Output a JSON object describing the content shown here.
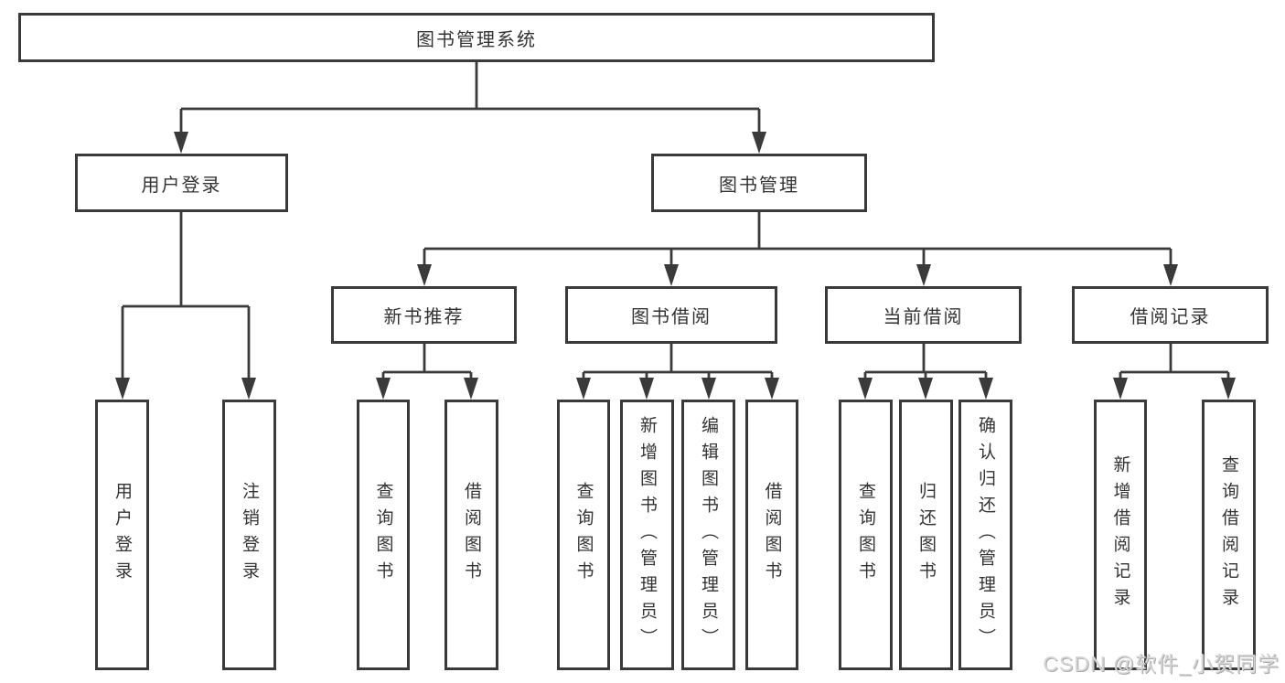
{
  "diagram": {
    "root": "图书管理系统",
    "branches": [
      {
        "label": "用户登录",
        "children": [
          "用户登录",
          "注销登录"
        ]
      },
      {
        "label": "图书管理",
        "groups": [
          {
            "label": "新书推荐",
            "children": [
              "查询图书",
              "借阅图书"
            ]
          },
          {
            "label": "图书借阅",
            "children": [
              "查询图书",
              "新增图书（管理员）",
              "编辑图书（管理员）",
              "借阅图书"
            ]
          },
          {
            "label": "当前借阅",
            "children": [
              "查询图书",
              "归还图书",
              "确认归还（管理员）"
            ]
          },
          {
            "label": "借阅记录",
            "children": [
              "新增借阅记录",
              "查询借阅记录"
            ]
          }
        ]
      }
    ]
  },
  "watermark": {
    "text": "CSDN @软件_小贺同学"
  },
  "colors": {
    "line": "#3a3a3a",
    "box_background": "#ffffff",
    "text": "#333333",
    "watermark": "#d6d6d6"
  }
}
